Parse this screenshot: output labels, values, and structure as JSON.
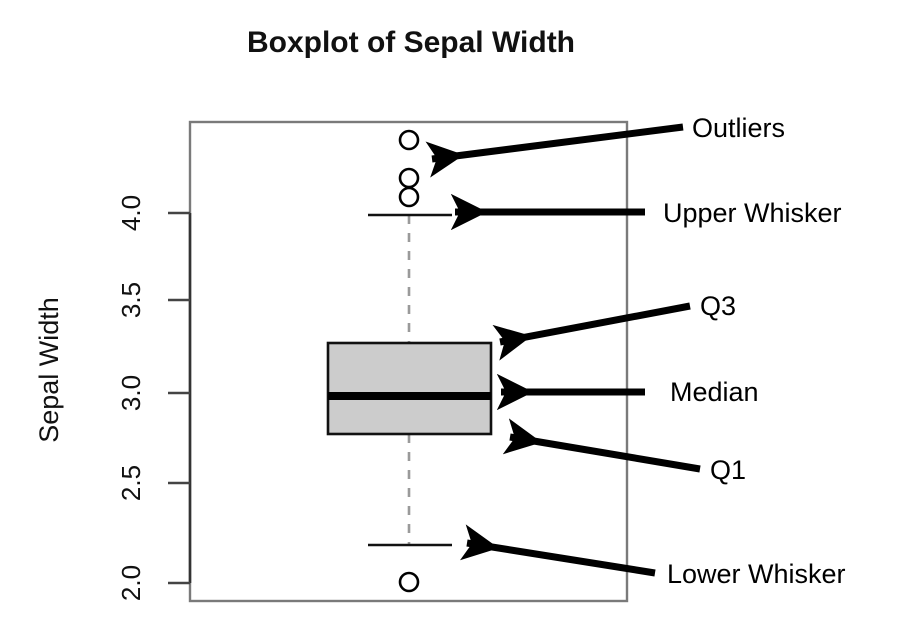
{
  "chart_data": {
    "type": "boxplot",
    "title": "Boxplot of Sepal Width",
    "xlabel": "",
    "ylabel": "Sepal Width",
    "ylim": [
      1.93,
      4.48
    ],
    "yticks": [
      "2.0",
      "2.5",
      "3.0",
      "3.5",
      "4.0"
    ],
    "ytick_values": [
      2.0,
      2.5,
      3.0,
      3.5,
      4.0
    ],
    "grid": false,
    "legend": "none",
    "series": [
      {
        "name": "Sepal Width",
        "q1": 2.8,
        "median": 3.0,
        "q3": 3.3,
        "lower_whisker": 2.2,
        "upper_whisker": 4.0,
        "outliers": [
          4.4,
          4.2,
          4.1,
          2.0
        ]
      }
    ],
    "annotations": [
      {
        "id": "outliers",
        "label": "Outliers"
      },
      {
        "id": "upper-whisker",
        "label": "Upper Whisker"
      },
      {
        "id": "q3",
        "label": "Q3"
      },
      {
        "id": "median",
        "label": "Median"
      },
      {
        "id": "q1",
        "label": "Q1"
      },
      {
        "id": "lower-whisker",
        "label": "Lower Whisker"
      }
    ]
  },
  "colors": {
    "box_fill": "#cccccc",
    "box_stroke": "#111111",
    "median": "#000000",
    "whisker": "#9a9a9a",
    "frame": "#7a7a7a",
    "annotation": "#000000",
    "background": "#ffffff"
  },
  "axis": {
    "tick_labels": [
      "2.0",
      "2.5",
      "3.0",
      "3.5",
      "4.0"
    ],
    "title": "Sepal Width"
  },
  "title": {
    "text": "Boxplot of Sepal Width"
  },
  "annotations": {
    "outliers": "Outliers",
    "upper_whisker": "Upper Whisker",
    "q3": "Q3",
    "median": "Median",
    "q1": "Q1",
    "lower_whisker": "Lower Whisker"
  }
}
